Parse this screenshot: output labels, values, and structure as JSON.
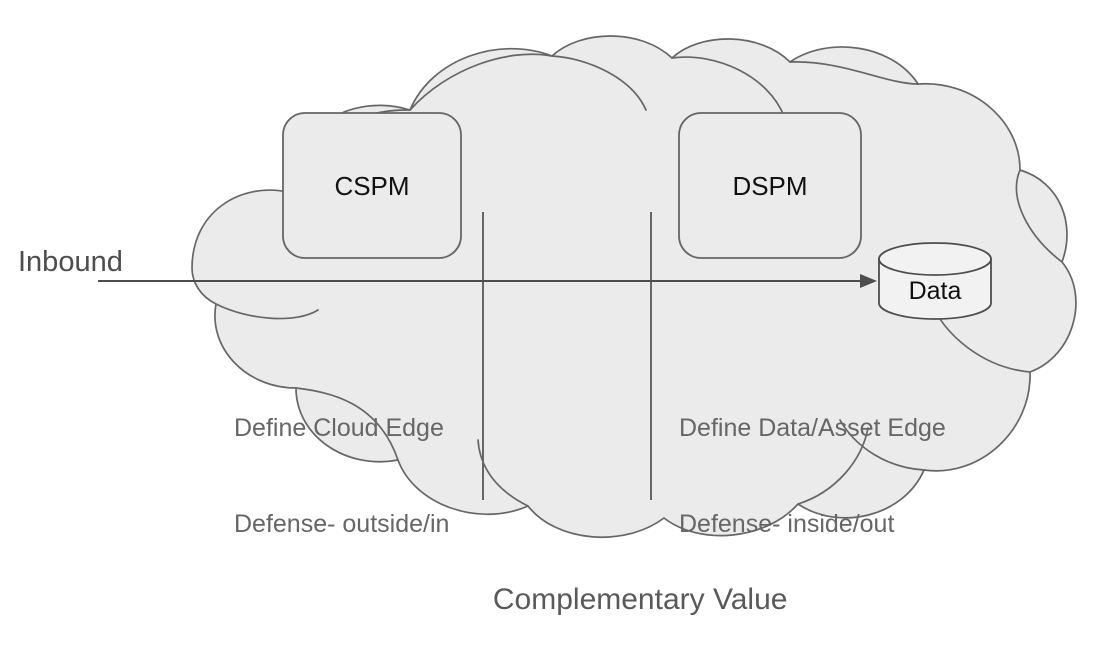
{
  "diagram": {
    "title": "CSPM and DSPM complementary value cloud diagram",
    "caption": "Complementary Value",
    "cloud": {
      "name": "cloud-shape",
      "fill": "#ebebeb",
      "stroke": "#666666"
    },
    "flow": {
      "source_label": "Inbound",
      "arrow_name": "inbound-arrow",
      "arrow_color": "#4d4d4d"
    },
    "boxes": [
      {
        "id": "cspm",
        "label": "CSPM",
        "fill": "#ebebeb",
        "stroke": "#666666"
      },
      {
        "id": "dspm",
        "label": "DSPM",
        "fill": "#ebebeb",
        "stroke": "#666666"
      }
    ],
    "datastore": {
      "label": "Data",
      "fill": "#f2f2f2",
      "stroke": "#4d4d4d"
    },
    "notes": [
      {
        "id": "left-note",
        "line1": "Define Cloud Edge",
        "line2": "Defense- outside/in",
        "color": "#666666"
      },
      {
        "id": "right-note",
        "line1": "Define Data/Asset Edge",
        "line2": "Defense- inside/out",
        "color": "#666666"
      }
    ],
    "dividers": [
      {
        "id": "left-divider",
        "color": "#666666"
      },
      {
        "id": "right-divider",
        "color": "#666666"
      }
    ]
  }
}
